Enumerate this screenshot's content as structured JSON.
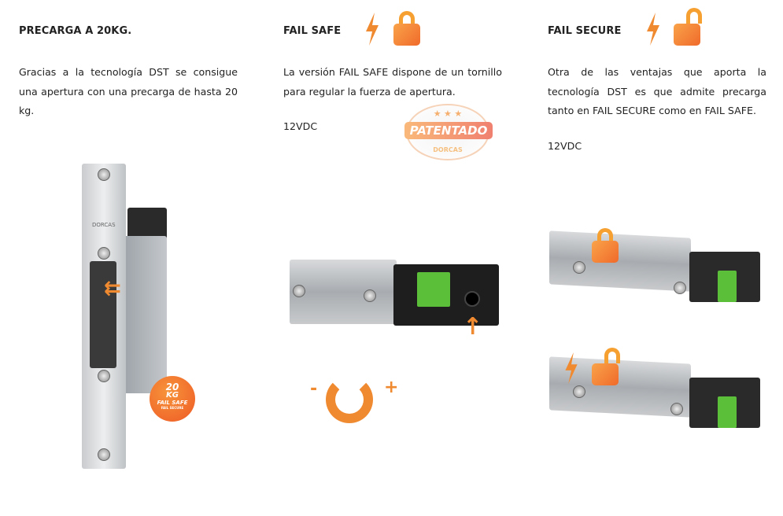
{
  "columns": [
    {
      "title": "PRECARGA A 20KG.",
      "body": "Gracias a la tecnología DST se consigue una apertura con una precarga de hasta 20 kg."
    },
    {
      "title": "FAIL SAFE",
      "body": "La versión FAIL SAFE dispone de un tornillo para regular la fuerza de apertura.",
      "voltage": "12VDC"
    },
    {
      "title": "FAIL SECURE",
      "body": "Otra de las ventajas que aporta la tecnología DST es que admite precarga tanto en FAIL SECURE como en FAIL SAFE.",
      "voltage": "12VDC"
    }
  ],
  "badges": {
    "preload": {
      "line1": "20",
      "line2": "KG",
      "line3": "FAIL SAFE",
      "line4": "FAIL SECURE"
    },
    "patent": {
      "stars": "★ ★ ★",
      "label": "PATENTADO",
      "brand": "DORCAS"
    },
    "adjust": {
      "minus": "-",
      "plus": "+"
    }
  },
  "plate_brand": "DORCAS",
  "colors": {
    "accent": "#f08a30",
    "accent_dark": "#ef5f28",
    "green": "#5cbf3a"
  }
}
